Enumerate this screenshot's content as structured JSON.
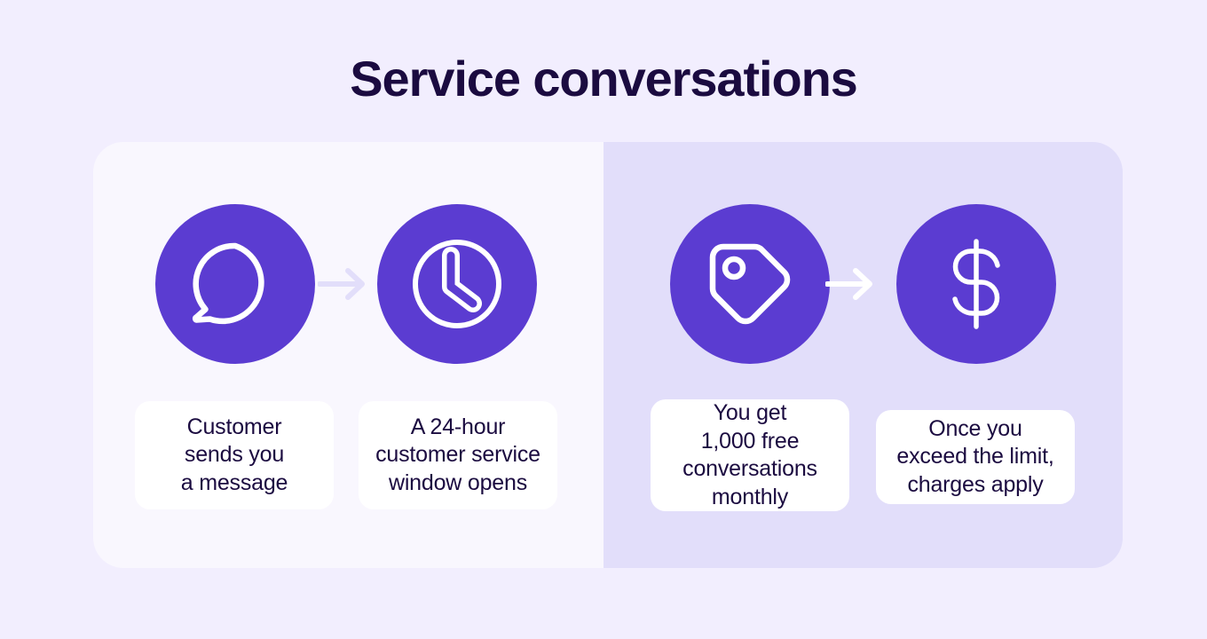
{
  "title": "Service conversations",
  "colors": {
    "background": "#F2EEFE",
    "panel_free": "#F9F7FE",
    "panel_paid": "#E2DEFA",
    "icon_circle": "#5B3CD1",
    "text_dark": "#1B0B40",
    "card_background": "#FFFFFF",
    "arrow_light": "#E2DEFA",
    "arrow_white": "#FFFFFF"
  },
  "panels": [
    {
      "id": "free-window-panel",
      "background": "#F9F7FE"
    },
    {
      "id": "paid-conversations-panel",
      "background": "#E2DEFA"
    }
  ],
  "steps": [
    {
      "icon": "speech-bubble-icon",
      "caption": "Customer\nsends you\na message"
    },
    {
      "icon": "clock-icon",
      "caption": "A 24-hour\ncustomer service\nwindow opens"
    },
    {
      "icon": "price-tag-icon",
      "caption": "You get\n1,000 free\nconversations\nmonthly"
    },
    {
      "icon": "dollar-sign-icon",
      "caption": "Once you\nexceed the limit,\ncharges apply"
    }
  ],
  "arrows": [
    {
      "id": "arrow-step-1-to-2",
      "color": "#E2DEFA"
    },
    {
      "id": "arrow-step-3-to-4",
      "color": "#FFFFFF"
    }
  ]
}
